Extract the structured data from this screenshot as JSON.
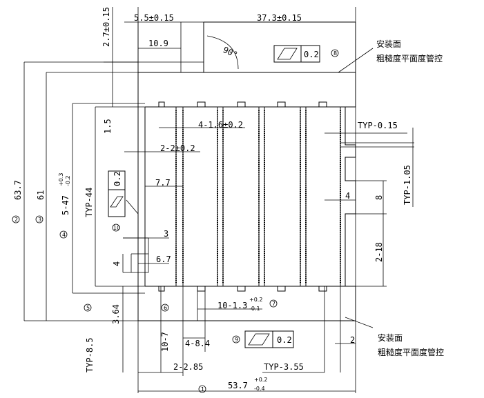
{
  "dimensions": {
    "top_5_5": "5.5±0.15",
    "top_37_3": "37.3±0.15",
    "top_10_9": "10.9",
    "left_2_7": "2.7±0.15",
    "angle_90": "90°",
    "left_63_7": "63.7",
    "left_61": "61",
    "left_5_47": "5-47",
    "left_5_47_tol_upper": "+0.3",
    "left_5_47_tol_lower": "-0.2",
    "left_typ_44": "TYP-44",
    "left_1_5": "1.5",
    "inner_4_1_6": "4-1.6±0.2",
    "inner_2_2": "2-2±0.2",
    "inner_7_7": "7.7",
    "inner_3": "3",
    "inner_6_7": "6.7",
    "inner_4": "4",
    "left_3_64": "3.64",
    "left_typ_8_5": "TYP-8.5",
    "bottom_10_7": "10-7",
    "bottom_4_8_4": "4-8.4",
    "bottom_2_2_85": "2-2.85",
    "bottom_typ_3_55": "TYP-3.55",
    "bottom_53_7": "53.7",
    "bottom_53_7_tol_upper": "+0.2",
    "bottom_53_7_tol_lower": "-0.4",
    "inner_10_1_3": "10-1.3",
    "inner_10_1_3_tol_upper": "+0.2",
    "inner_10_1_3_tol_lower": "-0.1",
    "right_typ_0_15": "TYP-0.15",
    "right_typ_1_05": "TYP-1.05",
    "right_4": "4",
    "right_8": "8",
    "right_2_18": "2-18",
    "bottom_right_2": "2"
  },
  "flatness": {
    "top_value": "0.2",
    "left_value": "0.2",
    "bottom_value": "0.2"
  },
  "notes": {
    "top_line1": "安装面",
    "top_line2": "粗糙度平面度管控",
    "bottom_line1": "安装面",
    "bottom_line2": "粗糙度平面度管控"
  },
  "balloons": {
    "b1": "1",
    "b2": "2",
    "b3": "3",
    "b4": "4",
    "b5": "5",
    "b6": "6",
    "b7": "7",
    "b8": "8",
    "b9": "9",
    "b10": "10"
  }
}
